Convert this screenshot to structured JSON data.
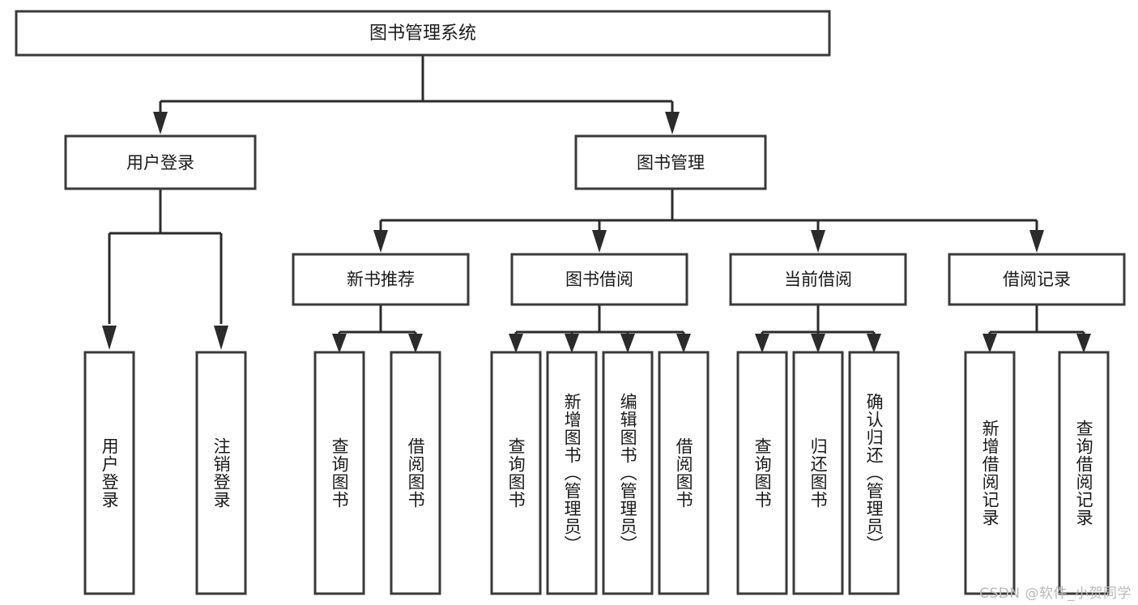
{
  "diagram": {
    "type": "tree-hierarchy-chart",
    "title": "图书管理系统",
    "watermark": "CSDN @软件_小贺同学",
    "colors": {
      "background": "#ffffff",
      "box_stroke": "#3a3a3a",
      "connector": "#2b2b2b",
      "text": "#1a1a1a",
      "watermark": "#b9b9b9"
    },
    "root": {
      "label": "图书管理系统"
    },
    "level2": [
      {
        "label": "用户登录"
      },
      {
        "label": "图书管理"
      }
    ],
    "level3": [
      {
        "label": "新书推荐"
      },
      {
        "label": "图书借阅"
      },
      {
        "label": "当前借阅"
      },
      {
        "label": "借阅记录"
      }
    ],
    "leaves": {
      "user_login": [
        {
          "label": "用户登录"
        },
        {
          "label": "注销登录"
        }
      ],
      "new_book_recommend": [
        {
          "label": "查询图书"
        },
        {
          "label": "借阅图书"
        }
      ],
      "book_borrow": [
        {
          "label": "查询图书"
        },
        {
          "label": "新增图书（管理员）"
        },
        {
          "label": "编辑图书（管理员）"
        },
        {
          "label": "借阅图书"
        }
      ],
      "current_borrow": [
        {
          "label": "查询图书"
        },
        {
          "label": "归还图书"
        },
        {
          "label": "确认归还（管理员）"
        }
      ],
      "borrow_records": [
        {
          "label": "新增借阅记录"
        },
        {
          "label": "查询借阅记录"
        }
      ]
    }
  }
}
